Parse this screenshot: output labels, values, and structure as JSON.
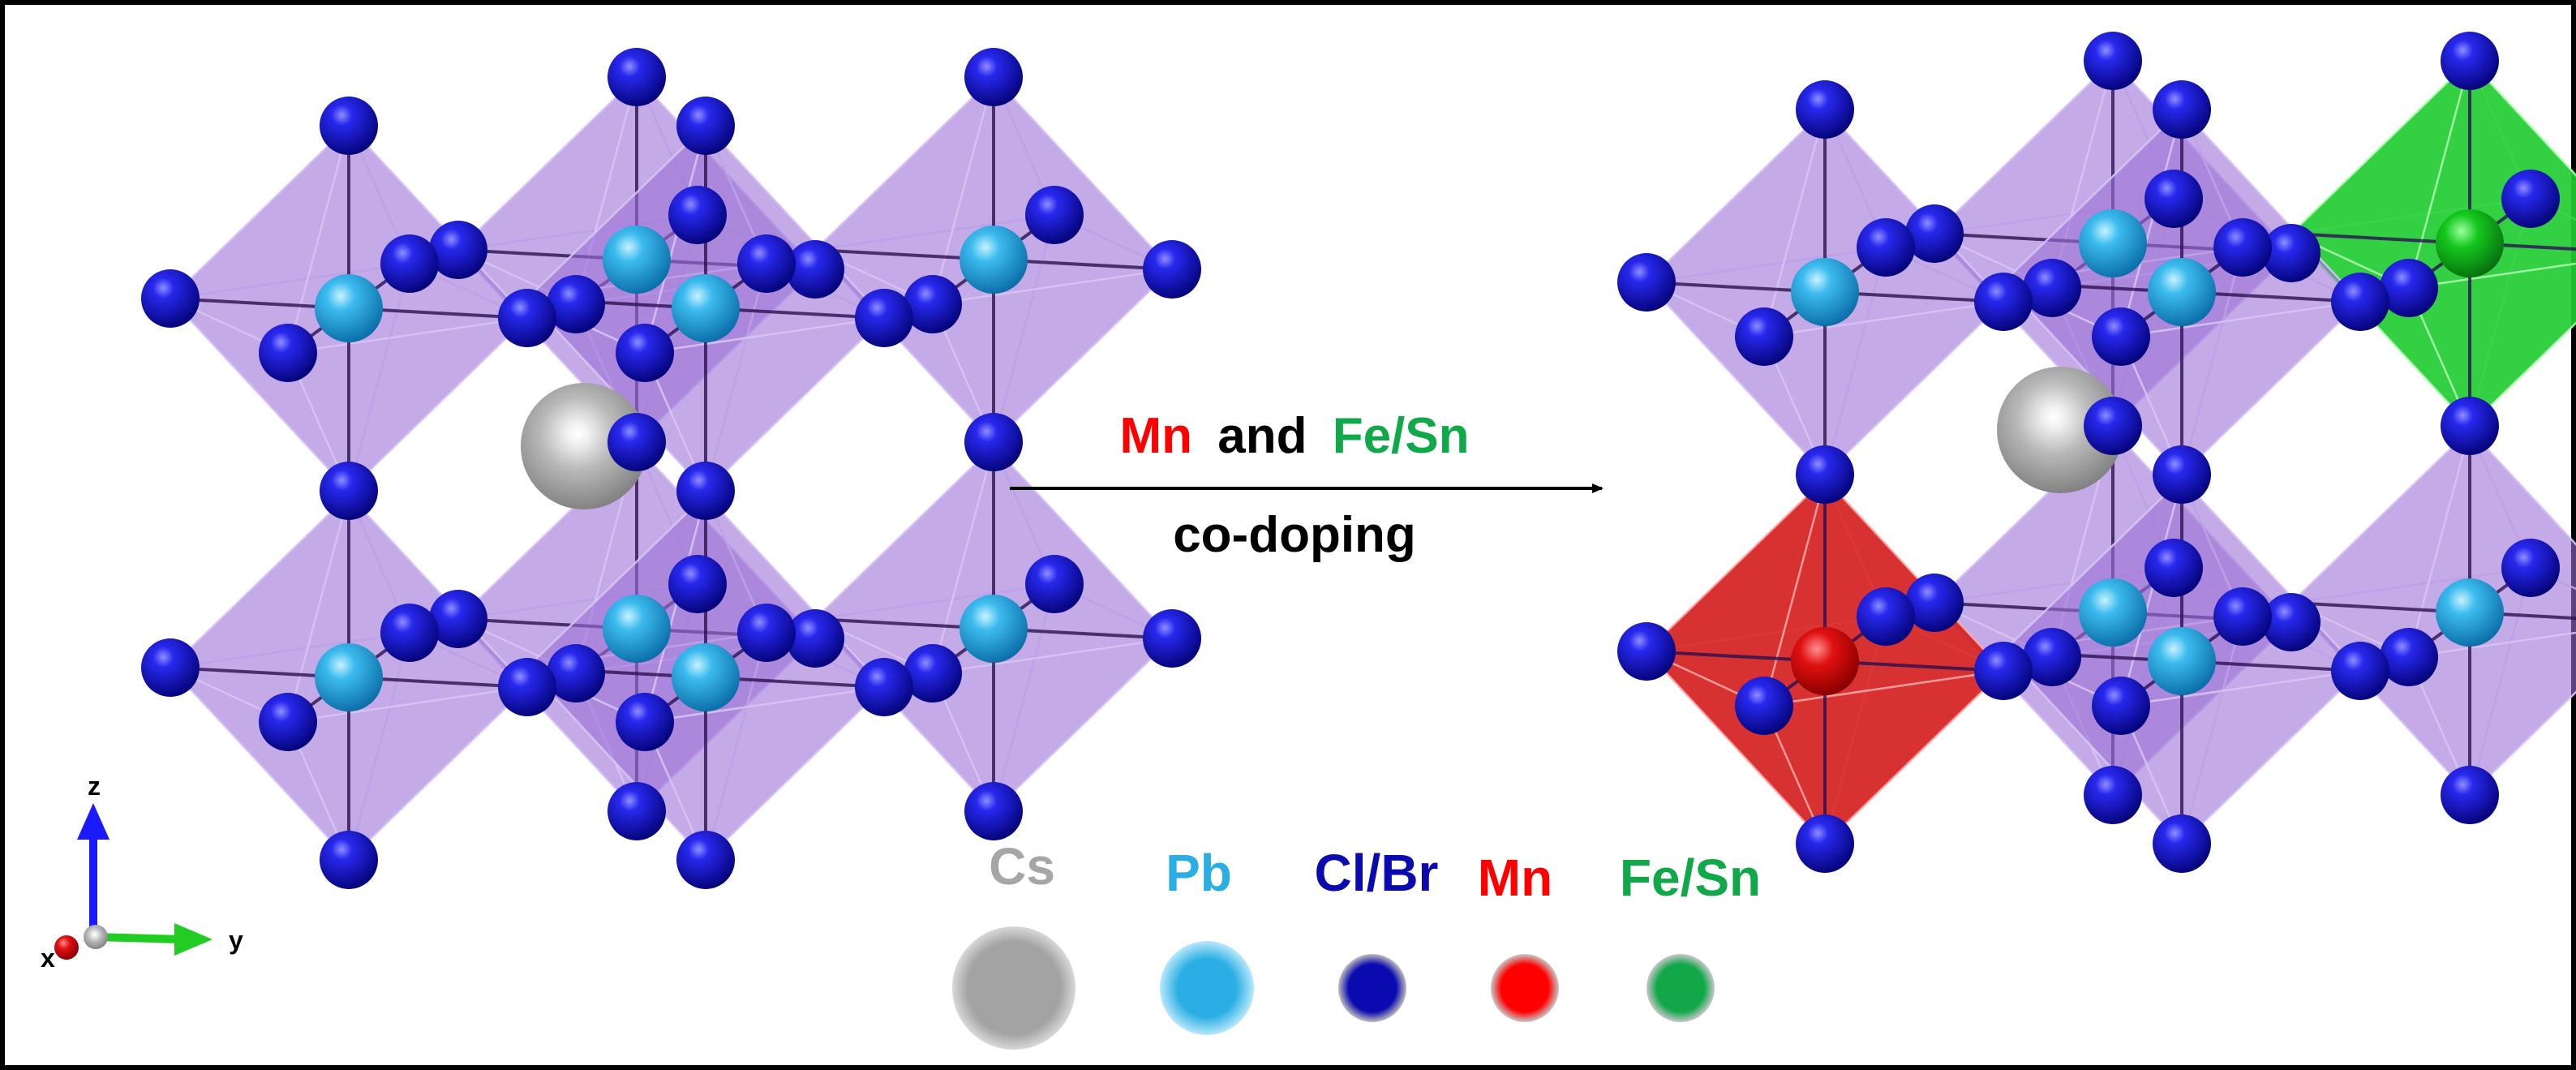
{
  "reaction": {
    "dopant_a": "Mn",
    "conjunction": "and",
    "dopant_b": "Fe/Sn",
    "process": "co-doping"
  },
  "axes": {
    "z": "z",
    "y": "y",
    "x": "x"
  },
  "legend": {
    "items": [
      {
        "label": "Cs",
        "color": "#a6a6a6"
      },
      {
        "label": "Pb",
        "color": "#2aaee3"
      },
      {
        "label": "Cl/Br",
        "color": "#0a0ab0"
      },
      {
        "label": "Mn",
        "color": "#ff0000"
      },
      {
        "label": "Fe/Sn",
        "color": "#11a84a"
      }
    ]
  },
  "colors": {
    "octahedron": "#9b6fd6",
    "mn_octahedron": "#d42020",
    "fe_sn_octahedron": "#22cc33",
    "halide": "#0a0ab0",
    "lead": "#2aaee3",
    "cesium": "#a6a6a6"
  }
}
